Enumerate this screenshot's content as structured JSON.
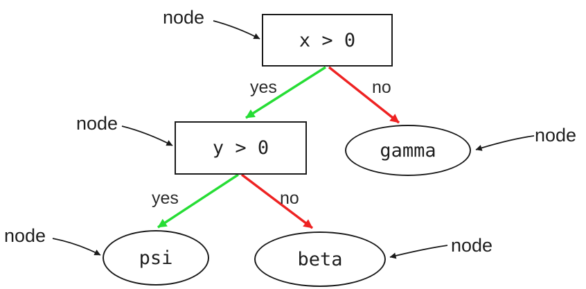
{
  "diagram": {
    "type": "decision-tree",
    "nodes": [
      {
        "id": "root",
        "label": "x > 0",
        "shape": "rectangle"
      },
      {
        "id": "y-decision",
        "label": "y > 0",
        "shape": "rectangle"
      },
      {
        "id": "gamma",
        "label": "gamma",
        "shape": "ellipse"
      },
      {
        "id": "psi",
        "label": "psi",
        "shape": "ellipse"
      },
      {
        "id": "beta",
        "label": "beta",
        "shape": "ellipse"
      }
    ],
    "edges": [
      {
        "from": "x > 0",
        "to": "y > 0",
        "label": "yes",
        "color": "#26dd35"
      },
      {
        "from": "x > 0",
        "to": "gamma",
        "label": "no",
        "color": "#ee2222"
      },
      {
        "from": "y > 0",
        "to": "psi",
        "label": "yes",
        "color": "#26dd35"
      },
      {
        "from": "y > 0",
        "to": "beta",
        "label": "no",
        "color": "#ee2222"
      }
    ],
    "annotations": [
      {
        "text": "node",
        "target": "x > 0"
      },
      {
        "text": "node",
        "target": "y > 0"
      },
      {
        "text": "node",
        "target": "gamma"
      },
      {
        "text": "node",
        "target": "psi"
      },
      {
        "text": "node",
        "target": "beta"
      }
    ]
  },
  "colors": {
    "yes_edge_green": "#26dd35",
    "no_edge_red": "#ee2222",
    "outline_black": "#1a1a1a"
  }
}
